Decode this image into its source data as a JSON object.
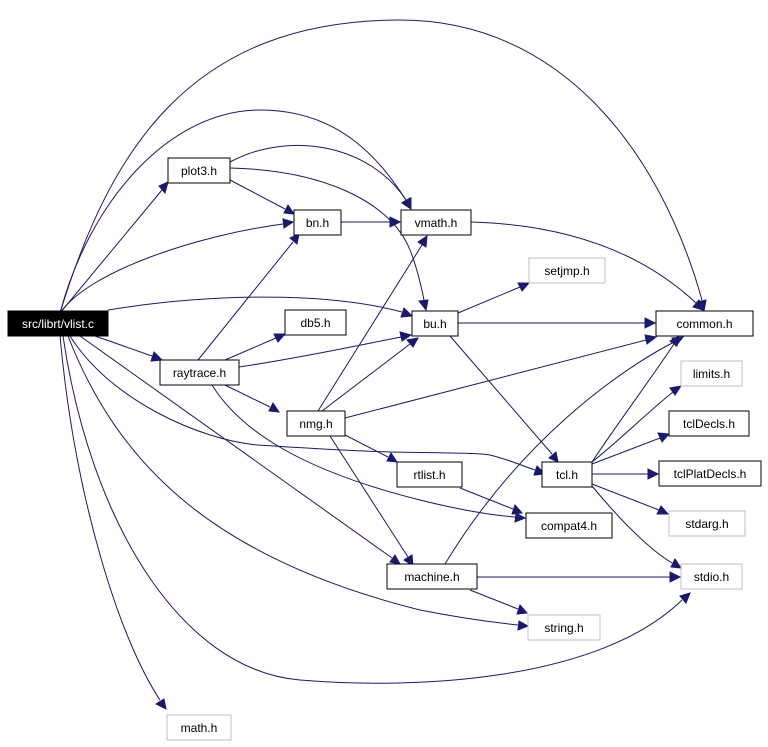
{
  "graph": {
    "nodes": {
      "vlist_c": "src/librt/vlist.c",
      "plot3_h": "plot3.h",
      "bn_h": "bn.h",
      "vmath_h": "vmath.h",
      "setjmp_h": "setjmp.h",
      "common_h": "common.h",
      "bu_h": "bu.h",
      "db5_h": "db5.h",
      "raytrace_h": "raytrace.h",
      "limits_h": "limits.h",
      "nmg_h": "nmg.h",
      "tclDecls_h": "tclDecls.h",
      "rtlist_h": "rtlist.h",
      "tcl_h": "tcl.h",
      "tclPlatDecls_h": "tclPlatDecls.h",
      "compat4_h": "compat4.h",
      "stdarg_h": "stdarg.h",
      "machine_h": "machine.h",
      "stdio_h": "stdio.h",
      "string_h": "string.h",
      "math_h": "math.h"
    }
  },
  "colors": {
    "edge": "#191970",
    "root_fill": "#000000",
    "root_text": "#ffffff",
    "node_border": "#000000",
    "system_header_border": "#bfbfbf"
  }
}
